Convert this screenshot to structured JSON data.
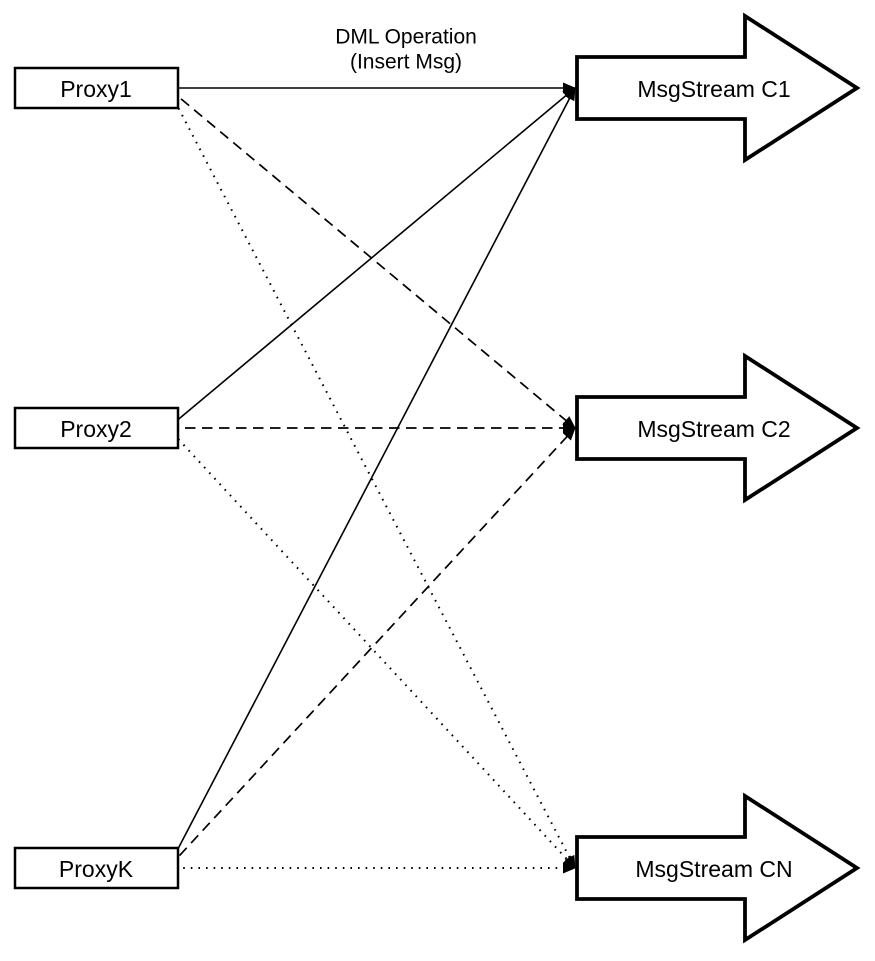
{
  "diagram": {
    "annotation": {
      "line1": "DML Operation",
      "line2": "(Insert Msg)"
    },
    "proxies": [
      {
        "id": "proxy1",
        "label": "Proxy1"
      },
      {
        "id": "proxy2",
        "label": "Proxy2"
      },
      {
        "id": "proxyk",
        "label": "ProxyK"
      }
    ],
    "streams": [
      {
        "id": "c1",
        "label": "MsgStream C1",
        "incoming_line_style": "solid"
      },
      {
        "id": "c2",
        "label": "MsgStream C2",
        "incoming_line_style": "dashed"
      },
      {
        "id": "cn",
        "label": "MsgStream CN",
        "incoming_line_style": "dotted"
      }
    ],
    "edges": [
      {
        "from": "Proxy1",
        "to": "MsgStream C1",
        "style": "solid"
      },
      {
        "from": "Proxy2",
        "to": "MsgStream C1",
        "style": "solid"
      },
      {
        "from": "ProxyK",
        "to": "MsgStream C1",
        "style": "solid"
      },
      {
        "from": "Proxy1",
        "to": "MsgStream C2",
        "style": "dashed"
      },
      {
        "from": "Proxy2",
        "to": "MsgStream C2",
        "style": "dashed"
      },
      {
        "from": "ProxyK",
        "to": "MsgStream C2",
        "style": "dashed"
      },
      {
        "from": "Proxy1",
        "to": "MsgStream CN",
        "style": "dotted"
      },
      {
        "from": "Proxy2",
        "to": "MsgStream CN",
        "style": "dotted"
      },
      {
        "from": "ProxyK",
        "to": "MsgStream CN",
        "style": "dotted"
      }
    ],
    "colors": {
      "stroke": "#000000",
      "fill": "#ffffff"
    }
  }
}
